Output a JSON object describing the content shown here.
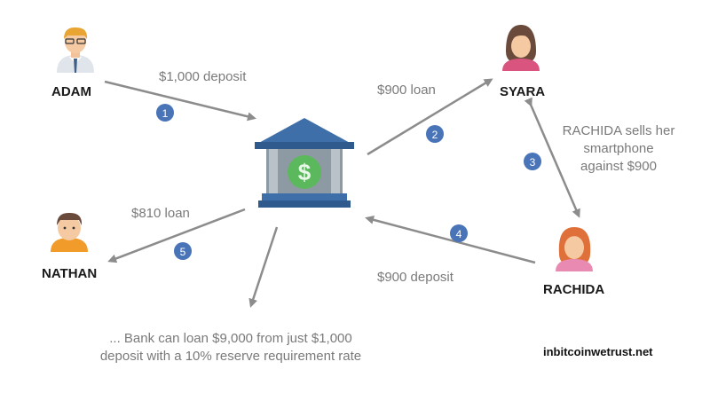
{
  "people": {
    "adam": "ADAM",
    "syara": "SYARA",
    "nathan": "NATHAN",
    "rachida": "RACHIDA"
  },
  "flows": {
    "adam_deposit": "$1,000 deposit",
    "syara_loan": "$900 loan",
    "rachida_sells_line1": "RACHIDA sells her",
    "rachida_sells_line2": "smartphone",
    "rachida_sells_line3": "against $900",
    "nathan_loan": "$810 loan",
    "rachida_deposit": "$900 deposit"
  },
  "steps": [
    "1",
    "2",
    "3",
    "4",
    "5"
  ],
  "conclusion": {
    "line1": "... Bank can loan $9,000 from just $1,000",
    "line2": "deposit with a 10% reserve requirement rate"
  },
  "credit": "inbitcoinwetrust.net",
  "colors": {
    "arrow": "#8c8c8c",
    "step_badge": "#4a74b8",
    "bank_roof": "#3f6fa8",
    "bank_body": "#8e9aa3",
    "coin": "#5cb85c"
  },
  "icons": {
    "bank": "bank-icon",
    "dollar": "dollar-coin-icon"
  }
}
